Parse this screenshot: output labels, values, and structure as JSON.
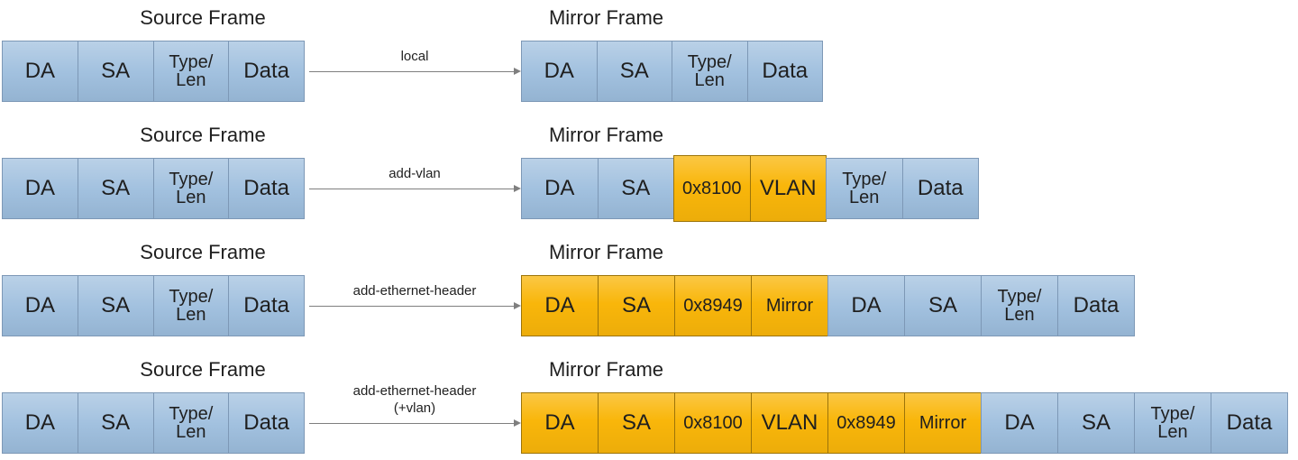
{
  "diagram": {
    "titles": {
      "source": "Source Frame",
      "mirror": "Mirror Frame"
    },
    "rows": [
      {
        "mode_lines": [
          "local"
        ],
        "source": [
          {
            "label": "DA",
            "style": "blue",
            "size": "lg"
          },
          {
            "label": "SA",
            "style": "blue",
            "size": "lg"
          },
          {
            "label": "Type/\nLen",
            "style": "blue",
            "size": "sm"
          },
          {
            "label": "Data",
            "style": "blue",
            "size": "lg"
          }
        ],
        "mirror": [
          {
            "label": "DA",
            "style": "blue",
            "size": "lg"
          },
          {
            "label": "SA",
            "style": "blue",
            "size": "lg"
          },
          {
            "label": "Type/\nLen",
            "style": "blue",
            "size": "sm"
          },
          {
            "label": "Data",
            "style": "blue",
            "size": "lg"
          }
        ]
      },
      {
        "mode_lines": [
          "add-vlan"
        ],
        "source": [
          {
            "label": "DA",
            "style": "blue",
            "size": "lg"
          },
          {
            "label": "SA",
            "style": "blue",
            "size": "lg"
          },
          {
            "label": "Type/\nLen",
            "style": "blue",
            "size": "sm"
          },
          {
            "label": "Data",
            "style": "blue",
            "size": "lg"
          }
        ],
        "mirror": [
          {
            "label": "DA",
            "style": "blue",
            "size": "lg"
          },
          {
            "label": "SA",
            "style": "blue",
            "size": "lg"
          },
          {
            "label": "0x8100",
            "style": "gold",
            "size": "sm",
            "tall": true
          },
          {
            "label": "VLAN",
            "style": "gold",
            "size": "lg",
            "tall": true
          },
          {
            "label": "Type/\nLen",
            "style": "blue",
            "size": "sm"
          },
          {
            "label": "Data",
            "style": "blue",
            "size": "lg"
          }
        ]
      },
      {
        "mode_lines": [
          "add-ethernet-header"
        ],
        "source": [
          {
            "label": "DA",
            "style": "blue",
            "size": "lg"
          },
          {
            "label": "SA",
            "style": "blue",
            "size": "lg"
          },
          {
            "label": "Type/\nLen",
            "style": "blue",
            "size": "sm"
          },
          {
            "label": "Data",
            "style": "blue",
            "size": "lg"
          }
        ],
        "mirror": [
          {
            "label": "DA",
            "style": "gold",
            "size": "lg"
          },
          {
            "label": "SA",
            "style": "gold",
            "size": "lg"
          },
          {
            "label": "0x8949",
            "style": "gold",
            "size": "sm"
          },
          {
            "label": "Mirror",
            "style": "gold",
            "size": "sm"
          },
          {
            "label": "DA",
            "style": "blue",
            "size": "lg"
          },
          {
            "label": "SA",
            "style": "blue",
            "size": "lg"
          },
          {
            "label": "Type/\nLen",
            "style": "blue",
            "size": "sm"
          },
          {
            "label": "Data",
            "style": "blue",
            "size": "lg"
          }
        ]
      },
      {
        "mode_lines": [
          "add-ethernet-header",
          "(+vlan)"
        ],
        "source": [
          {
            "label": "DA",
            "style": "blue",
            "size": "lg"
          },
          {
            "label": "SA",
            "style": "blue",
            "size": "lg"
          },
          {
            "label": "Type/\nLen",
            "style": "blue",
            "size": "sm"
          },
          {
            "label": "Data",
            "style": "blue",
            "size": "lg"
          }
        ],
        "mirror": [
          {
            "label": "DA",
            "style": "gold",
            "size": "lg"
          },
          {
            "label": "SA",
            "style": "gold",
            "size": "lg"
          },
          {
            "label": "0x8100",
            "style": "gold",
            "size": "sm"
          },
          {
            "label": "VLAN",
            "style": "gold",
            "size": "lg"
          },
          {
            "label": "0x8949",
            "style": "gold",
            "size": "sm"
          },
          {
            "label": "Mirror",
            "style": "gold",
            "size": "sm"
          },
          {
            "label": "DA",
            "style": "blue",
            "size": "lg"
          },
          {
            "label": "SA",
            "style": "blue",
            "size": "lg"
          },
          {
            "label": "Type/\nLen",
            "style": "blue",
            "size": "sm"
          },
          {
            "label": "Data",
            "style": "blue",
            "size": "lg"
          }
        ]
      }
    ]
  },
  "colors": {
    "field_blue": "#9cbddd",
    "field_gold": "#f9b60a",
    "border_blue": "#7d98b6",
    "border_gold": "#9c7409",
    "arrow": "#7f7f7f",
    "text": "#1f1f1f"
  }
}
